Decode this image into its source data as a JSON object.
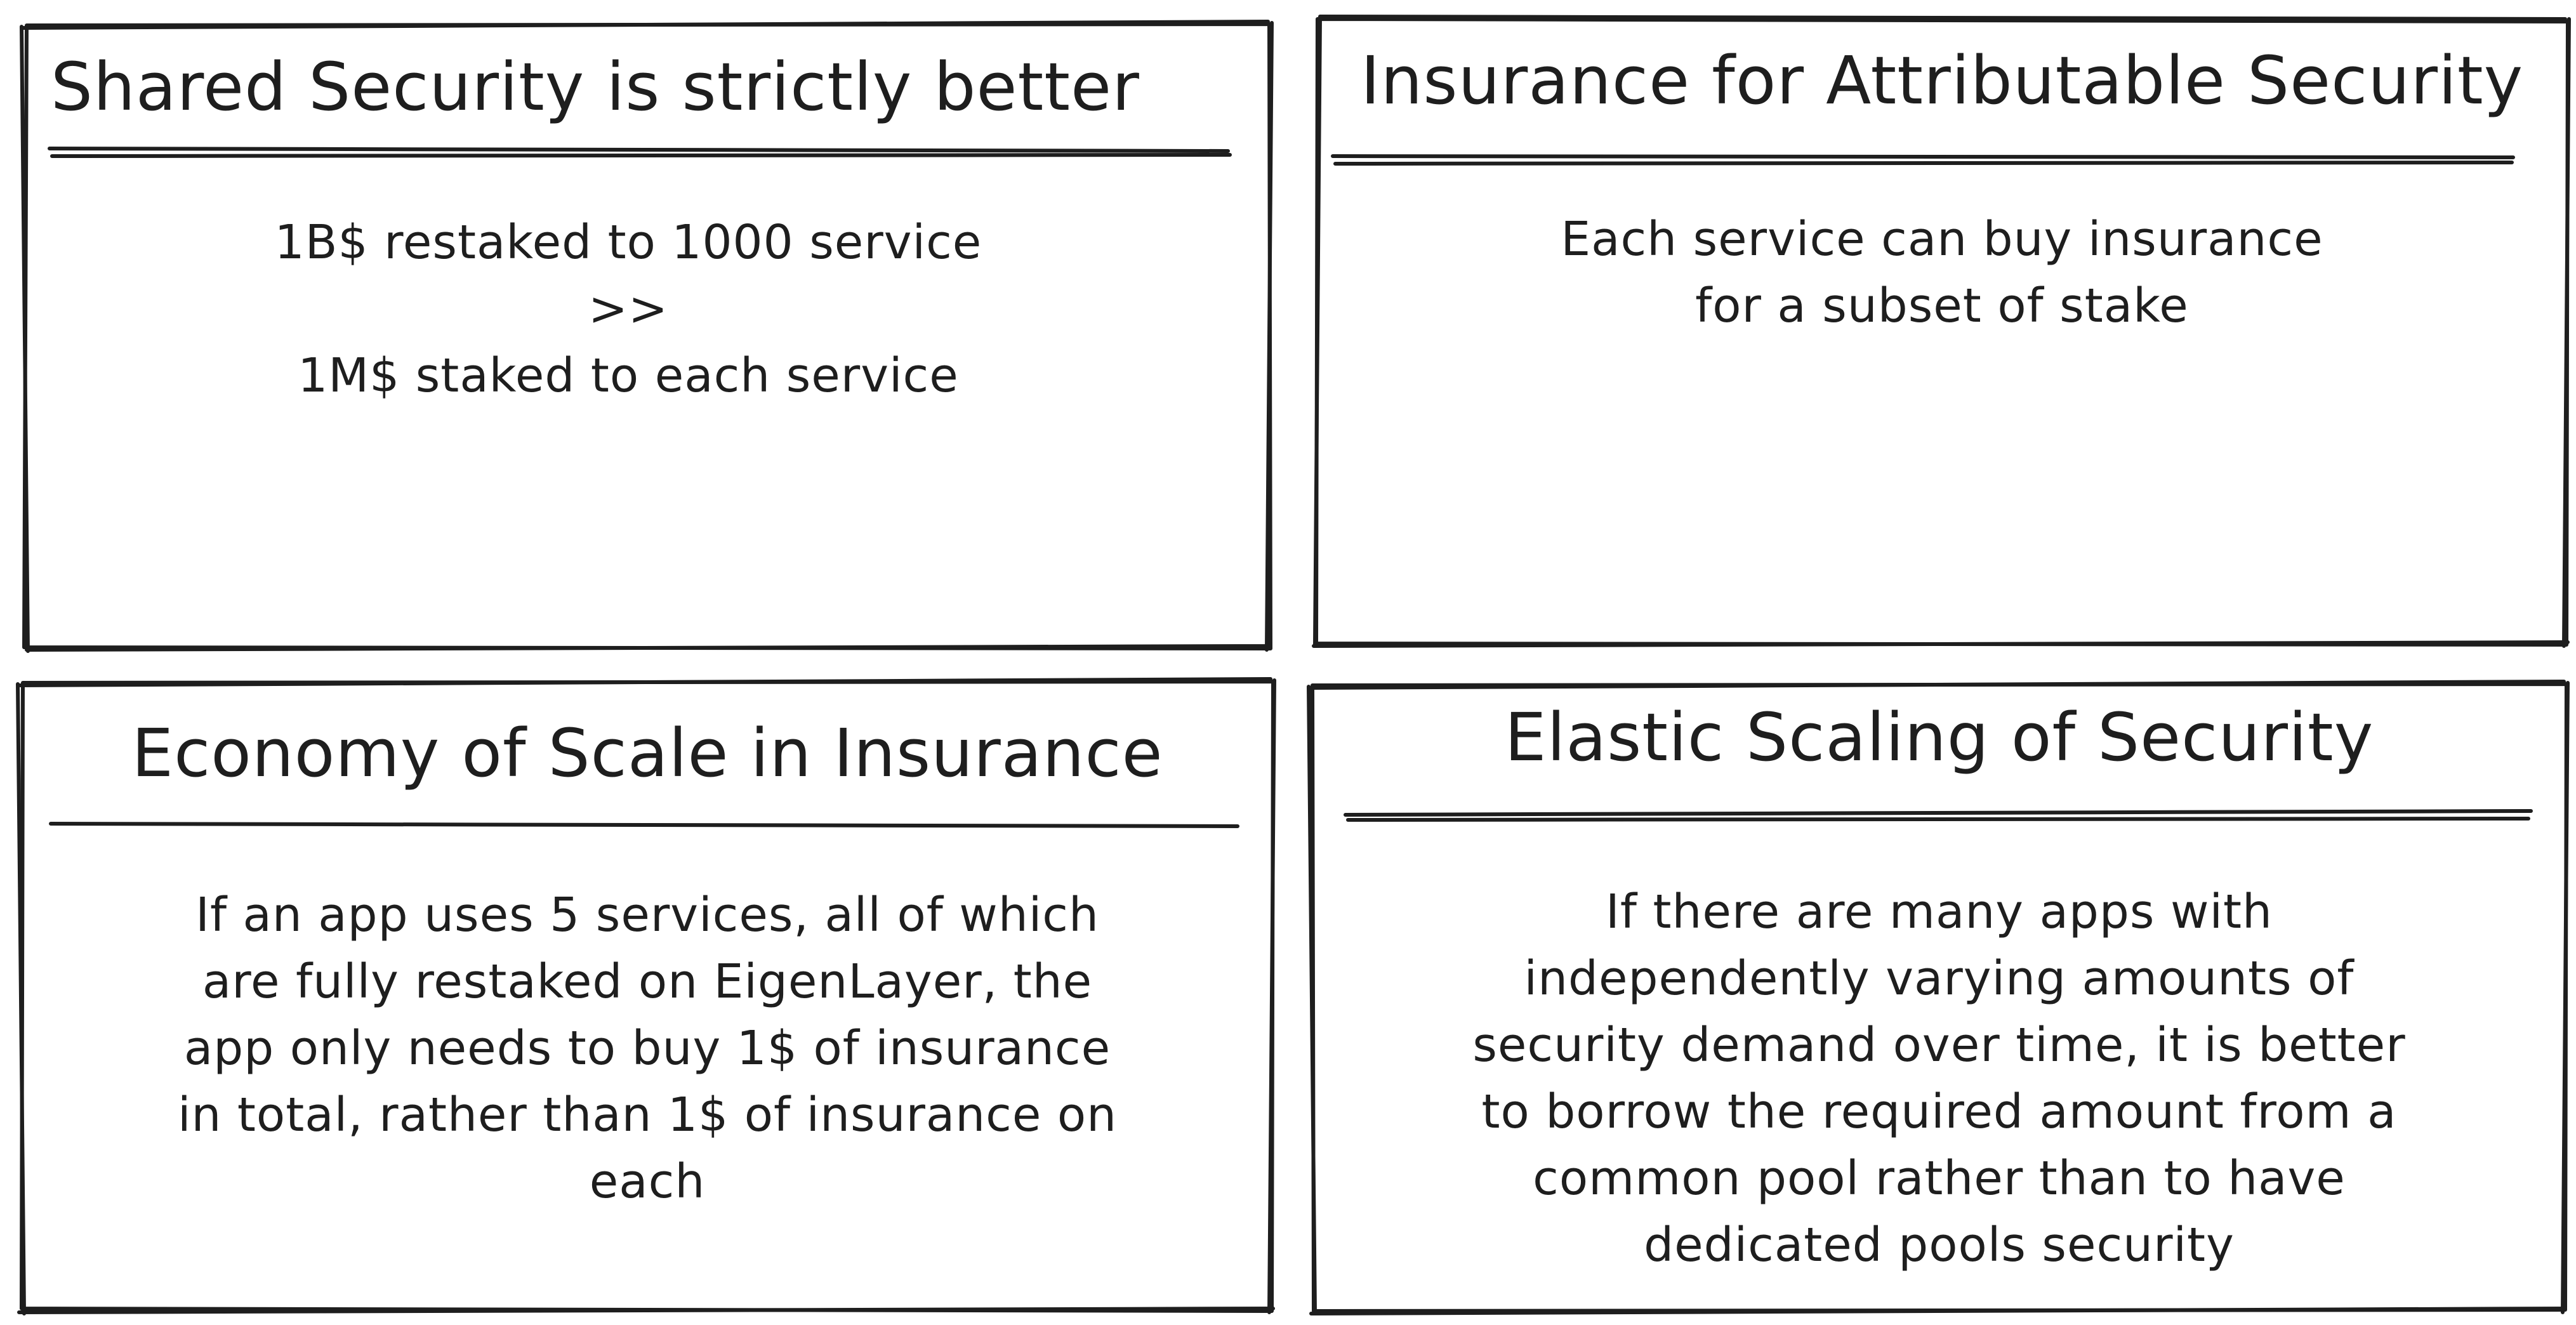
{
  "panels": [
    {
      "title": "Shared Security is strictly better",
      "lines": [
        "1B$ restaked to 1000 service",
        ">>",
        "1M$ staked to each service"
      ]
    },
    {
      "title": "Insurance for Attributable Security",
      "lines": [
        "Each service can buy insurance",
        "for a subset of stake"
      ]
    },
    {
      "title": "Economy of Scale in Insurance",
      "lines": [
        "If an app uses 5 services, all of which",
        "are fully restaked on EigenLayer, the",
        "app only needs to buy 1$ of insurance",
        "in total, rather than 1$ of insurance on",
        "each"
      ]
    },
    {
      "title": "Elastic Scaling of Security",
      "lines": [
        "If there are many apps with",
        "independently varying amounts of",
        "security demand over time, it is better",
        "to borrow the required amount from a",
        "common pool rather than to have",
        "dedicated pools security"
      ]
    }
  ]
}
